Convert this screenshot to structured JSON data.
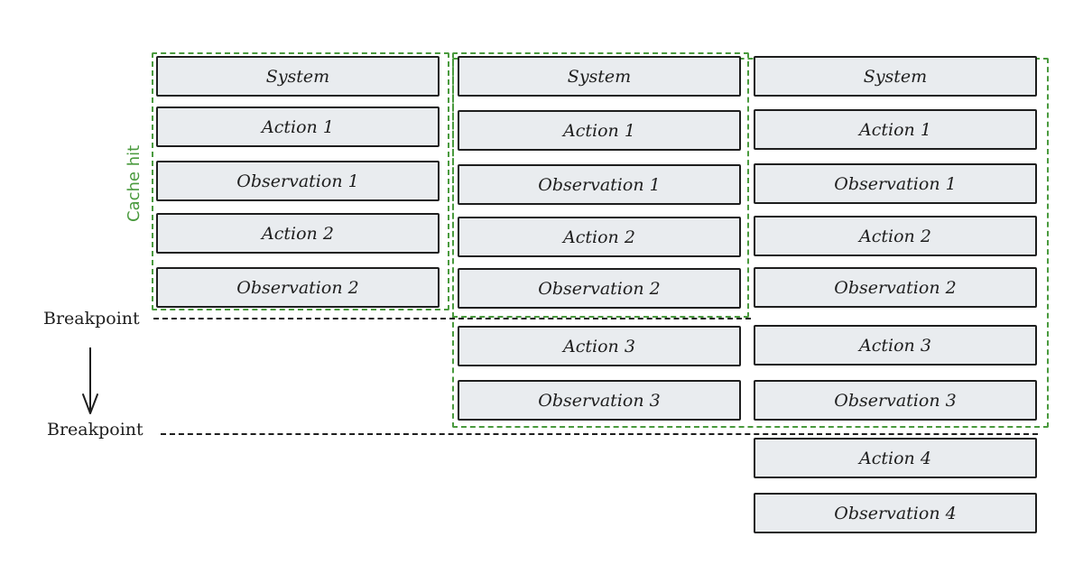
{
  "diagram": {
    "cache_label": "Cache hit",
    "breakpoint_label": "Breakpoint",
    "columns": [
      {
        "boxes": [
          "System",
          "Action 1",
          "Observation 1",
          "Action 2",
          "Observation 2"
        ]
      },
      {
        "boxes": [
          "System",
          "Action 1",
          "Observation 1",
          "Action 2",
          "Observation 2",
          "Action 3",
          "Observation 3"
        ]
      },
      {
        "boxes": [
          "System",
          "Action 1",
          "Observation 1",
          "Action 2",
          "Observation 2",
          "Action 3",
          "Observation 3",
          "Action 4",
          "Observation 4"
        ]
      }
    ],
    "colors": {
      "cache_green": "#4a9a3e",
      "box_fill": "#e9ecef",
      "stroke": "#1e1e1e"
    }
  }
}
